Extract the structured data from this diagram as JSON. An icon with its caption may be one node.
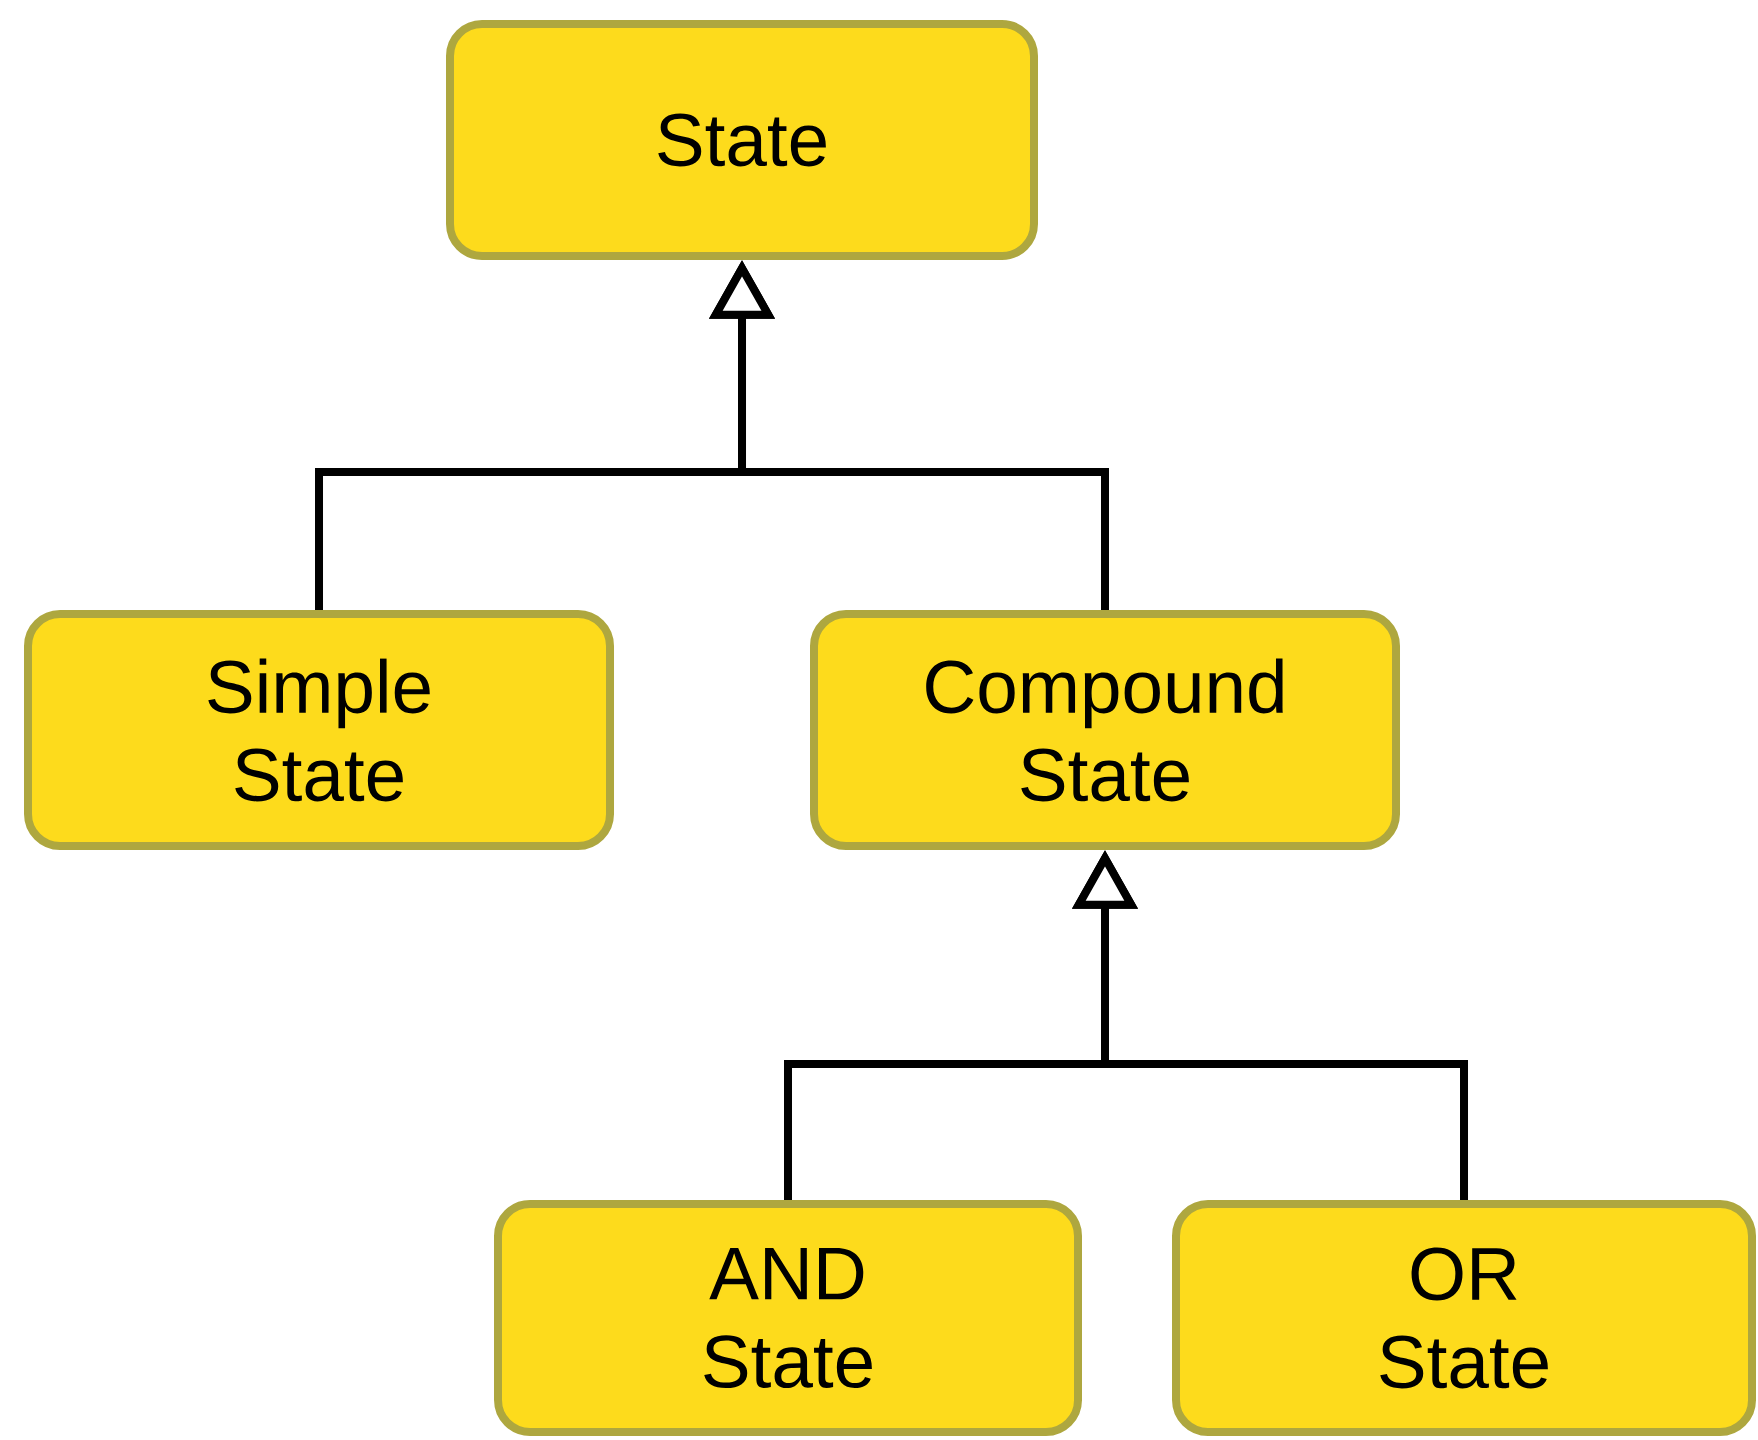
{
  "diagram": {
    "nodes": [
      {
        "text": [
          "State"
        ]
      },
      {
        "text": [
          "Simple State"
        ]
      },
      {
        "text": [
          "Compound State"
        ]
      },
      {
        "text": [
          "AND State"
        ]
      },
      {
        "text": [
          "OR State"
        ]
      }
    ],
    "edges": [
      {
        "from": 1,
        "to": 0,
        "arrow": "to"
      },
      {
        "from": 2,
        "to": 0,
        "arrow": "to"
      },
      {
        "from": 3,
        "to": 2,
        "arrow": "to"
      },
      {
        "from": 4,
        "to": 2,
        "arrow": "to"
      }
    ]
  }
}
